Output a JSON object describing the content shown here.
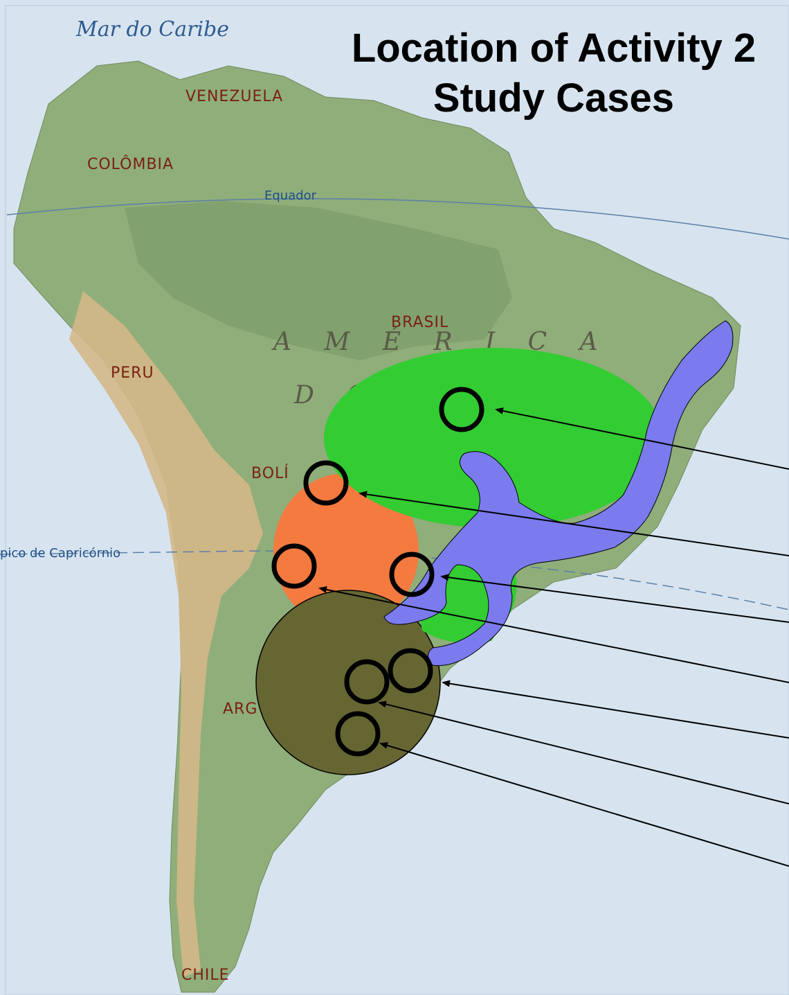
{
  "title": {
    "line1": "Location of Activity 2",
    "line2": "Study Cases"
  },
  "map_labels": {
    "sea": "Mar do Caribe",
    "venezuela": "VENEZUELA",
    "colombia": "COLÔMBIA",
    "equator": "Equador",
    "brasil": "BRASIL",
    "america": "A M É R I C A",
    "do": "D O",
    "peru": "PERU",
    "bolivia": "BOLÍ",
    "argentina": "ARG",
    "chile": "CHILE",
    "capricorn": "pico de Capricórnio"
  },
  "colors": {
    "ocean": "#d7e4ef",
    "land_low": "#8fae7a",
    "land_forest": "#7f9f6c",
    "land_dry": "#d4b888",
    "region_green": "#33cc33",
    "region_blue": "#7b7bee",
    "region_orange": "#f47a40",
    "region_olive": "#666633",
    "marker": "#000000"
  }
}
